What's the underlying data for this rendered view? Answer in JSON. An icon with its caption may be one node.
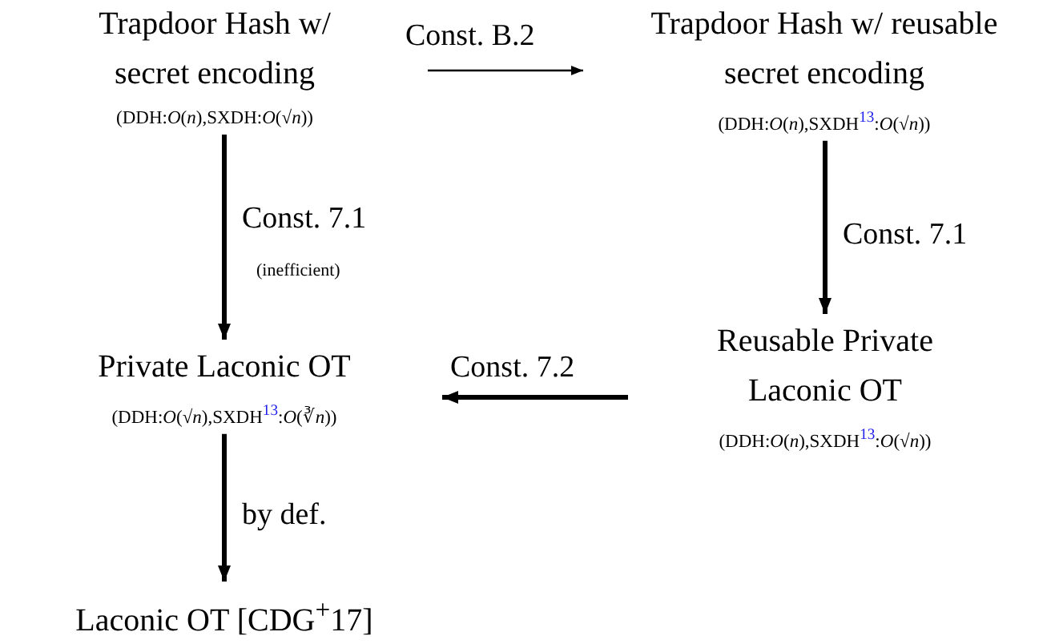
{
  "diagram": {
    "nodes": [
      {
        "text": [
          "Trapdoor Hash w/ secret encoding",
          "(DDH:*O*(*n*),SXDH:*O*(√*n*))"
        ]
      },
      {
        "text": [
          "Trapdoor Hash w/ reusable secret encoding",
          "(DDH:*O*(*n*),SXDH$^{13}$:*O*(√*n*))"
        ]
      },
      {
        "text": [
          "Reusable Private Laconic OT",
          "(DDH:*O*(*n*),SXDH$^{13}$:*O*(√*n*))"
        ]
      },
      {
        "text": [
          "Private Laconic OT",
          "(DDH:*O*(√*n*),SXDH$^{13}$:*O*(∛*n*))"
        ]
      },
      {
        "text": [
          "Laconic OT [CDG$^{+}$17]"
        ]
      }
    ],
    "edges": [
      {
        "from": 0,
        "to": 1,
        "arrow": "to",
        "label": "Const. B.2"
      },
      {
        "from": 1,
        "to": 2,
        "arrow": "to",
        "label": "Const. 7.1"
      },
      {
        "from": 0,
        "to": 3,
        "arrow": "to",
        "label": "Const. 7.1"
      },
      {
        "from": 2,
        "to": 3,
        "arrow": "to",
        "label": "Const. 7.2"
      },
      {
        "from": 3,
        "to": 4,
        "arrow": "to",
        "label": "by def."
      }
    ],
    "labels": [
      "(inefficient)"
    ]
  }
}
